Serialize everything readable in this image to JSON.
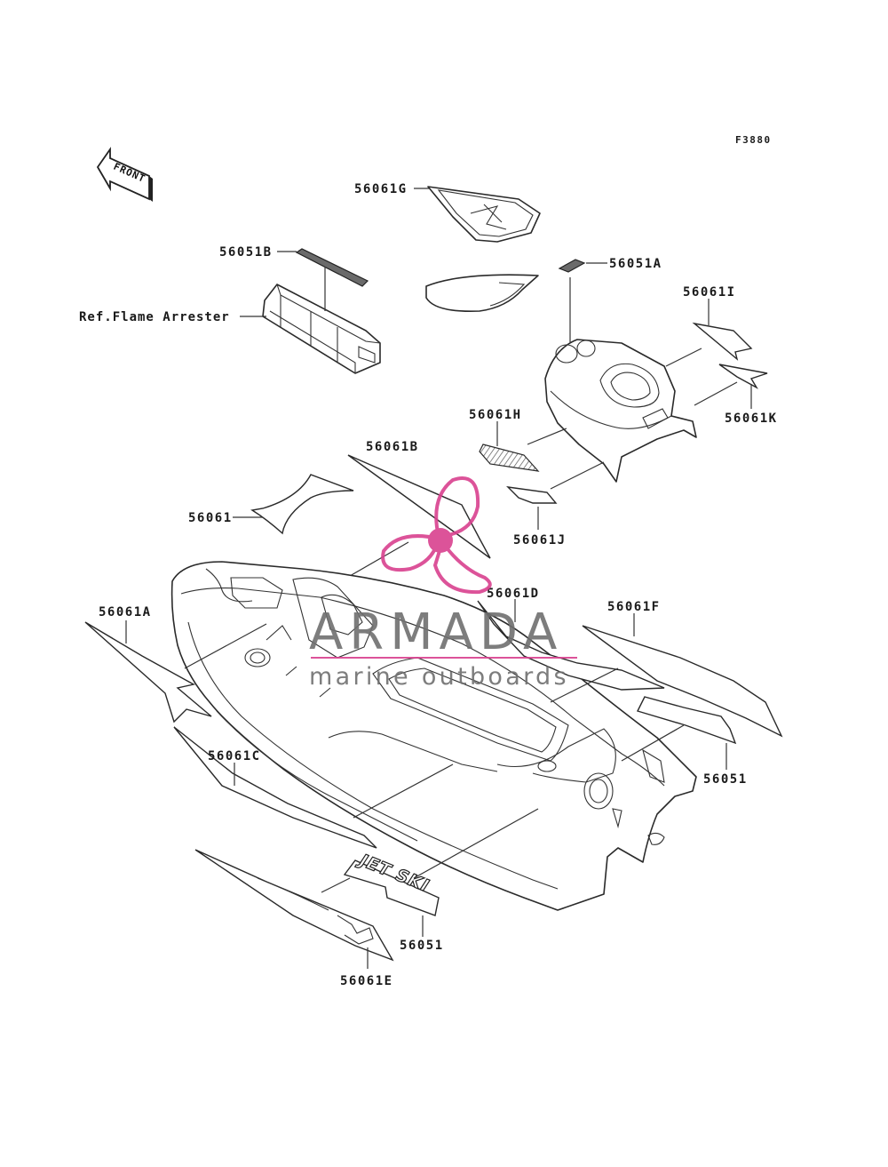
{
  "diagram": {
    "figure_code": "F3880",
    "front_arrow_text": "FRONT",
    "reference_label": "Ref.Flame Arrester",
    "part_labels": {
      "p56061G": "56061G",
      "p56051B": "56051B",
      "p56051A": "56051A",
      "p56061I": "56061I",
      "p56061K": "56061K",
      "p56061H": "56061H",
      "p56061B": "56061B",
      "p56061": "56061",
      "p56061J": "56061J",
      "p56061D": "56061D",
      "p56061A": "56061A",
      "p56061F": "56061F",
      "p56061C": "56061C",
      "p56051_right": "56051",
      "p56051_bottom": "56051",
      "p56061E": "56061E"
    },
    "decal_texts": {
      "jetski": "JET SKI"
    }
  },
  "watermark": {
    "brand": "ARMADA",
    "tagline": "marine outboards",
    "color_pink": "#d9418f",
    "color_grey": "#6f6f6f"
  }
}
